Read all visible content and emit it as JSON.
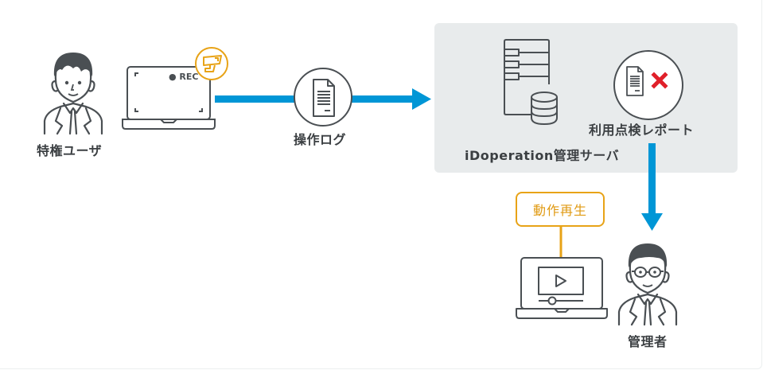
{
  "diagram": {
    "privileged_user": {
      "label": "特権ユーザ"
    },
    "user_laptop": {
      "rec_label": "● REC"
    },
    "operation_log": {
      "label": "操作ログ"
    },
    "server": {
      "label": "iDoperation管理サーバ"
    },
    "usage_report": {
      "label": "利用点検レポート"
    },
    "playback": {
      "label": "動作再生"
    },
    "administrator": {
      "label": "管理者"
    }
  },
  "colors": {
    "arrow": "#0096d6",
    "accent_orange": "#e8a317",
    "icon_stroke": "#4a4f53",
    "panel_bg": "#e8ebec",
    "cross_red": "#e0202a",
    "text": "#3b3f42"
  }
}
